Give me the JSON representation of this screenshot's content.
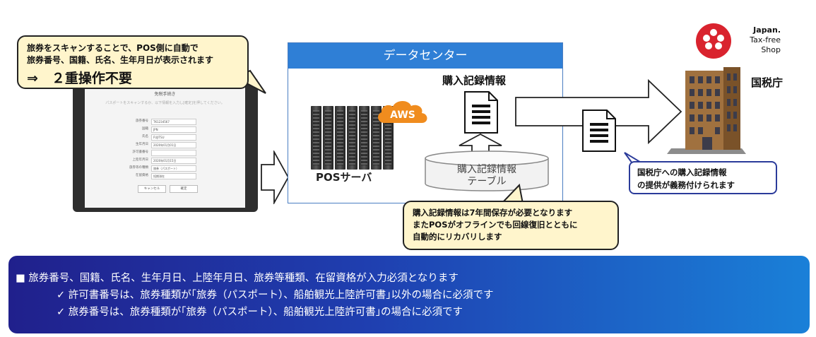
{
  "callout_scan": {
    "line1": "旅券をスキャンすることで、POS側に自動で",
    "line2": "旅券番号、国籍、氏名、生年月日が表示されます",
    "line3": "⇒　２重操作不要"
  },
  "tablet_form": {
    "title": "免税手続き",
    "subtitle": "パスポートをスキャンするか、以下情報を入力し[確定]を押してください。",
    "fields": [
      {
        "label": "旅券番号",
        "value": "TK1234567"
      },
      {
        "label": "国籍",
        "value": "JPN"
      },
      {
        "label": "氏名",
        "value": "FUJITSU"
      },
      {
        "label": "生年月日",
        "value": "2020年01月01日"
      },
      {
        "label": "許可書番号",
        "value": ""
      },
      {
        "label": "上陸年月日",
        "value": "2020年01月15日"
      },
      {
        "label": "旅券等の種類",
        "value": "旅券（パスポート）"
      },
      {
        "label": "在留資格",
        "value": "短期滞在"
      }
    ],
    "cancel_label": "キャンセル",
    "confirm_label": "確定"
  },
  "datacenter": {
    "title": "データセンター",
    "aws_label": "AWS",
    "pos_server_label": "POSサーバ",
    "record_label": "購入記録情報",
    "table_line1": "購入記録情報",
    "table_line2": "テーブル"
  },
  "callout_backup": {
    "line1": "購入記録情報は7年間保存が必要となります",
    "line2": "またPOSがオフラインでも回線復旧とともに",
    "line3": "自動的にリカバリします"
  },
  "tax_office": {
    "label": "国税庁",
    "note_line1": "国税庁への購入記録情報",
    "note_line2": "の提供が義務付けられます"
  },
  "logo": {
    "line1": "Japan.",
    "line2": "Tax-free",
    "line3": "Shop"
  },
  "banner": {
    "line1": "■ 旅券番号、国籍、氏名、生年月日、上陸年月日、旅券等種類、在留資格が入力必須となります",
    "line2": "✓ 許可書番号は、旅券種類が｢旅券（パスポート）、船舶観光上陸許可書｣以外の場合に必須です",
    "line3": "✓ 旅券番号は、旅券種類が｢旅券（パスポート）、船舶観光上陸許可書｣の場合に必須です"
  },
  "colors": {
    "accent_blue": "#2f7fd6",
    "callout_fill": "#fff5cc",
    "banner_start": "#20208c",
    "banner_end": "#1a80d8",
    "logo_red": "#d9232e"
  }
}
